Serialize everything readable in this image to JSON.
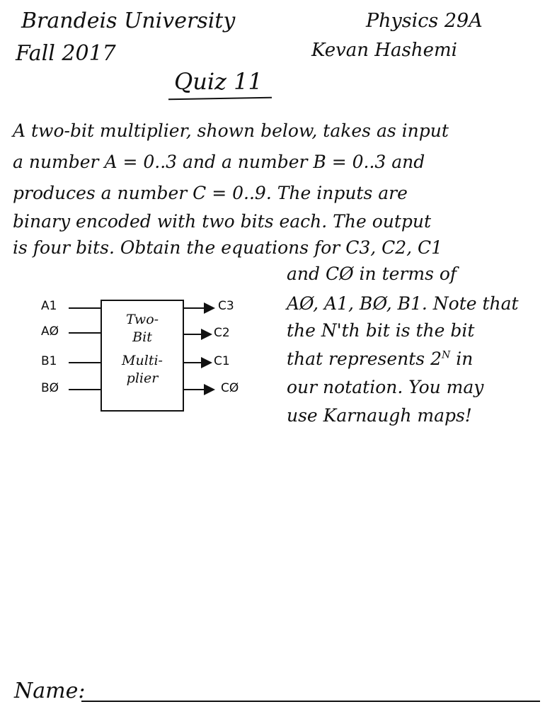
{
  "header": {
    "university": "Brandeis University",
    "term": "Fall 2017",
    "course": "Physics 29A",
    "instructor": "Kevan Hashemi",
    "quiz_title": "Quiz 11"
  },
  "problem": {
    "lines": [
      "A two-bit multiplier, shown below, takes as input",
      "a number A = 0..3 and a number B = 0..3 and",
      "produces a number C = 0..9. The inputs are",
      "binary encoded with two bits each. The output",
      "is four bits. Obtain the equations for C3, C2, C1"
    ],
    "right_lines": [
      "and CØ in terms of",
      "AØ, A1, BØ, B1. Note that",
      "the N'th bit is the bit",
      "that represents 2",
      "our notation. You may",
      "use Karnaugh maps!"
    ],
    "superscript": "N",
    "after_superscript": " in"
  },
  "diagram": {
    "inputs": [
      "A1",
      "AØ",
      "B1",
      "BØ"
    ],
    "outputs": [
      "C3",
      "C2",
      "C1",
      "CØ"
    ],
    "block_lines": [
      "Two-",
      "Bit",
      "Multi-",
      "plier"
    ]
  },
  "footer": {
    "name_label": "Name:"
  }
}
